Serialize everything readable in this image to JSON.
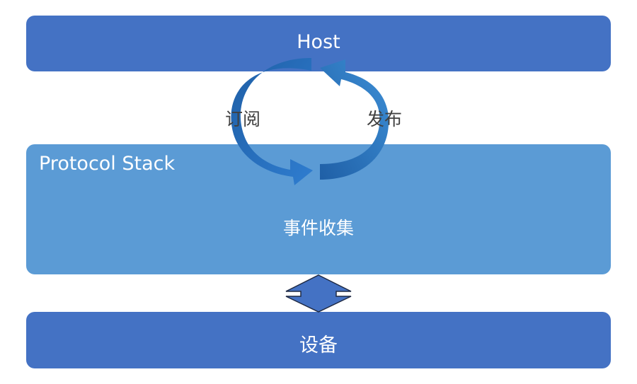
{
  "host": {
    "label": "Host"
  },
  "stack": {
    "title": "Protocol Stack",
    "center_label": "事件收集"
  },
  "device": {
    "label": "设备"
  },
  "cycle": {
    "subscribe_label": "订阅",
    "publish_label": "发布"
  },
  "colors": {
    "host": "#4472c4",
    "stack": "#5b9bd5",
    "device": "#4472c4",
    "arrow_dark": "#1f5fa6",
    "arrow_light": "#3d8fd6"
  },
  "icons": {
    "cycle": "circular-arrows-icon",
    "connector": "double-arrow-icon"
  }
}
